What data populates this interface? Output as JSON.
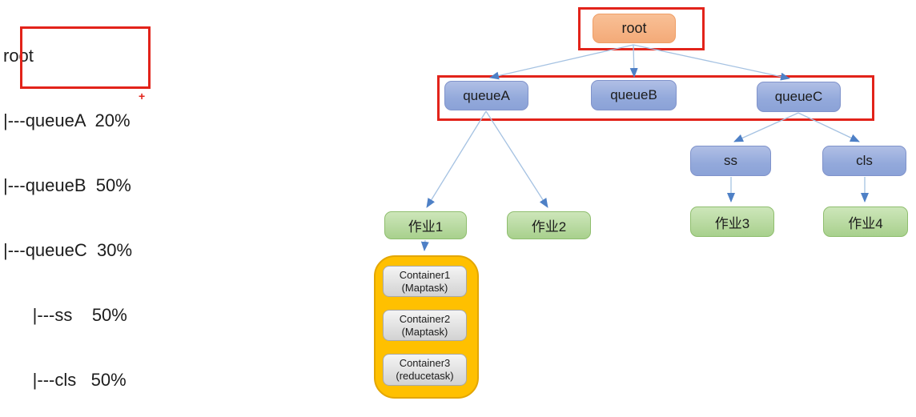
{
  "colors": {
    "annotation_red": "#e2231a",
    "node_blue": "#93a9db",
    "node_orange": "#f6b183",
    "node_green": "#a9d18e",
    "group_gold": "#ffc000",
    "container_gray": "#d9d9d9",
    "connector_line": "#a5c2e2",
    "arrowhead": "#4e80c6"
  },
  "left_text": {
    "lines": [
      "root",
      "|---queueA  20%",
      "|---queueB  50%",
      "|---queueC  30%",
      "      |---ss    50%",
      "      |---cls   50%"
    ],
    "plus_mark": "+"
  },
  "tree": {
    "root": "root",
    "queues": [
      "queueA",
      "queueB",
      "queueC"
    ],
    "subqueues": [
      "ss",
      "cls"
    ],
    "jobs": [
      "作业1",
      "作业2",
      "作业3",
      "作业4"
    ],
    "containers": [
      {
        "name": "Container1",
        "task": "(Maptask)"
      },
      {
        "name": "Container2",
        "task": "(Maptask)"
      },
      {
        "name": "Container3",
        "task": "(reducetask)"
      }
    ]
  }
}
